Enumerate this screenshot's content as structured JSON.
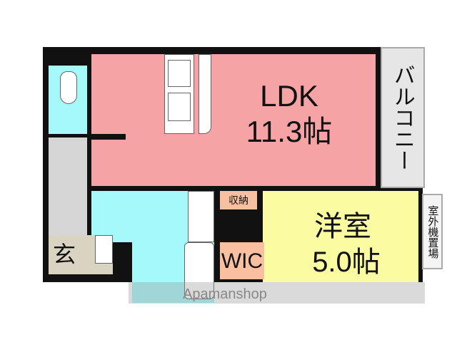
{
  "rooms": {
    "ldk": {
      "name": "LDK",
      "size": "11.3帖",
      "color": "#f6a3a5"
    },
    "western": {
      "name": "洋室",
      "size": "5.0帖",
      "color": "#fbfba2"
    },
    "wic": {
      "name": "WIC",
      "color": "#f8bfa0"
    },
    "storage": {
      "name": "収納",
      "color": "#f8bfa0"
    },
    "entrance": {
      "name": "玄",
      "color": "#d9d4c2"
    },
    "balcony": {
      "name": "バルコニー",
      "color": "#e6e6e6"
    },
    "outdoor_unit": {
      "name": "室外機置場"
    },
    "toilet": {
      "color": "#a6f9fb"
    },
    "washroom": {
      "color": "#a6f9fb"
    },
    "bathroom": {
      "color": "#a6f9fb"
    },
    "hallway": {
      "color": "#d6d6d6"
    }
  },
  "watermark": "Apamanshop"
}
